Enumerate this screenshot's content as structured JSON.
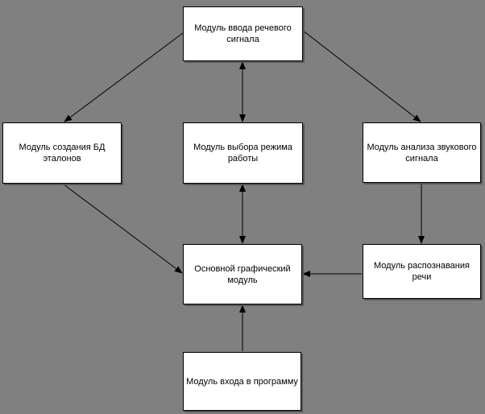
{
  "diagram": {
    "background_color": "#808080",
    "node_fill_color": "#ffffff",
    "node_border_color": "#000000",
    "connector_color": "#000000",
    "nodes": [
      {
        "id": "speech-input",
        "label": "Модуль ввода речевого\nсигнала"
      },
      {
        "id": "template-db",
        "label": "Модуль создания БД\nэталонов"
      },
      {
        "id": "mode-select",
        "label": "Модуль выбора режима\nработы"
      },
      {
        "id": "sound-analysis",
        "label": "Модуль анализа звукового\nсигнала"
      },
      {
        "id": "main-graphic",
        "label": "Основной графический\nмодуль"
      },
      {
        "id": "speech-recognition",
        "label": "Модуль распознавания речи"
      },
      {
        "id": "program-entry",
        "label": "Модуль входа в программу"
      }
    ],
    "edges": [
      {
        "from": "speech-input",
        "to": "mode-select",
        "bidirectional": true
      },
      {
        "from": "speech-input",
        "to": "template-db",
        "bidirectional": false
      },
      {
        "from": "speech-input",
        "to": "sound-analysis",
        "bidirectional": false
      },
      {
        "from": "mode-select",
        "to": "main-graphic",
        "bidirectional": true
      },
      {
        "from": "template-db",
        "to": "main-graphic",
        "bidirectional": false
      },
      {
        "from": "sound-analysis",
        "to": "speech-recognition",
        "bidirectional": false
      },
      {
        "from": "speech-recognition",
        "to": "main-graphic",
        "bidirectional": false
      },
      {
        "from": "program-entry",
        "to": "main-graphic",
        "bidirectional": false
      }
    ]
  }
}
